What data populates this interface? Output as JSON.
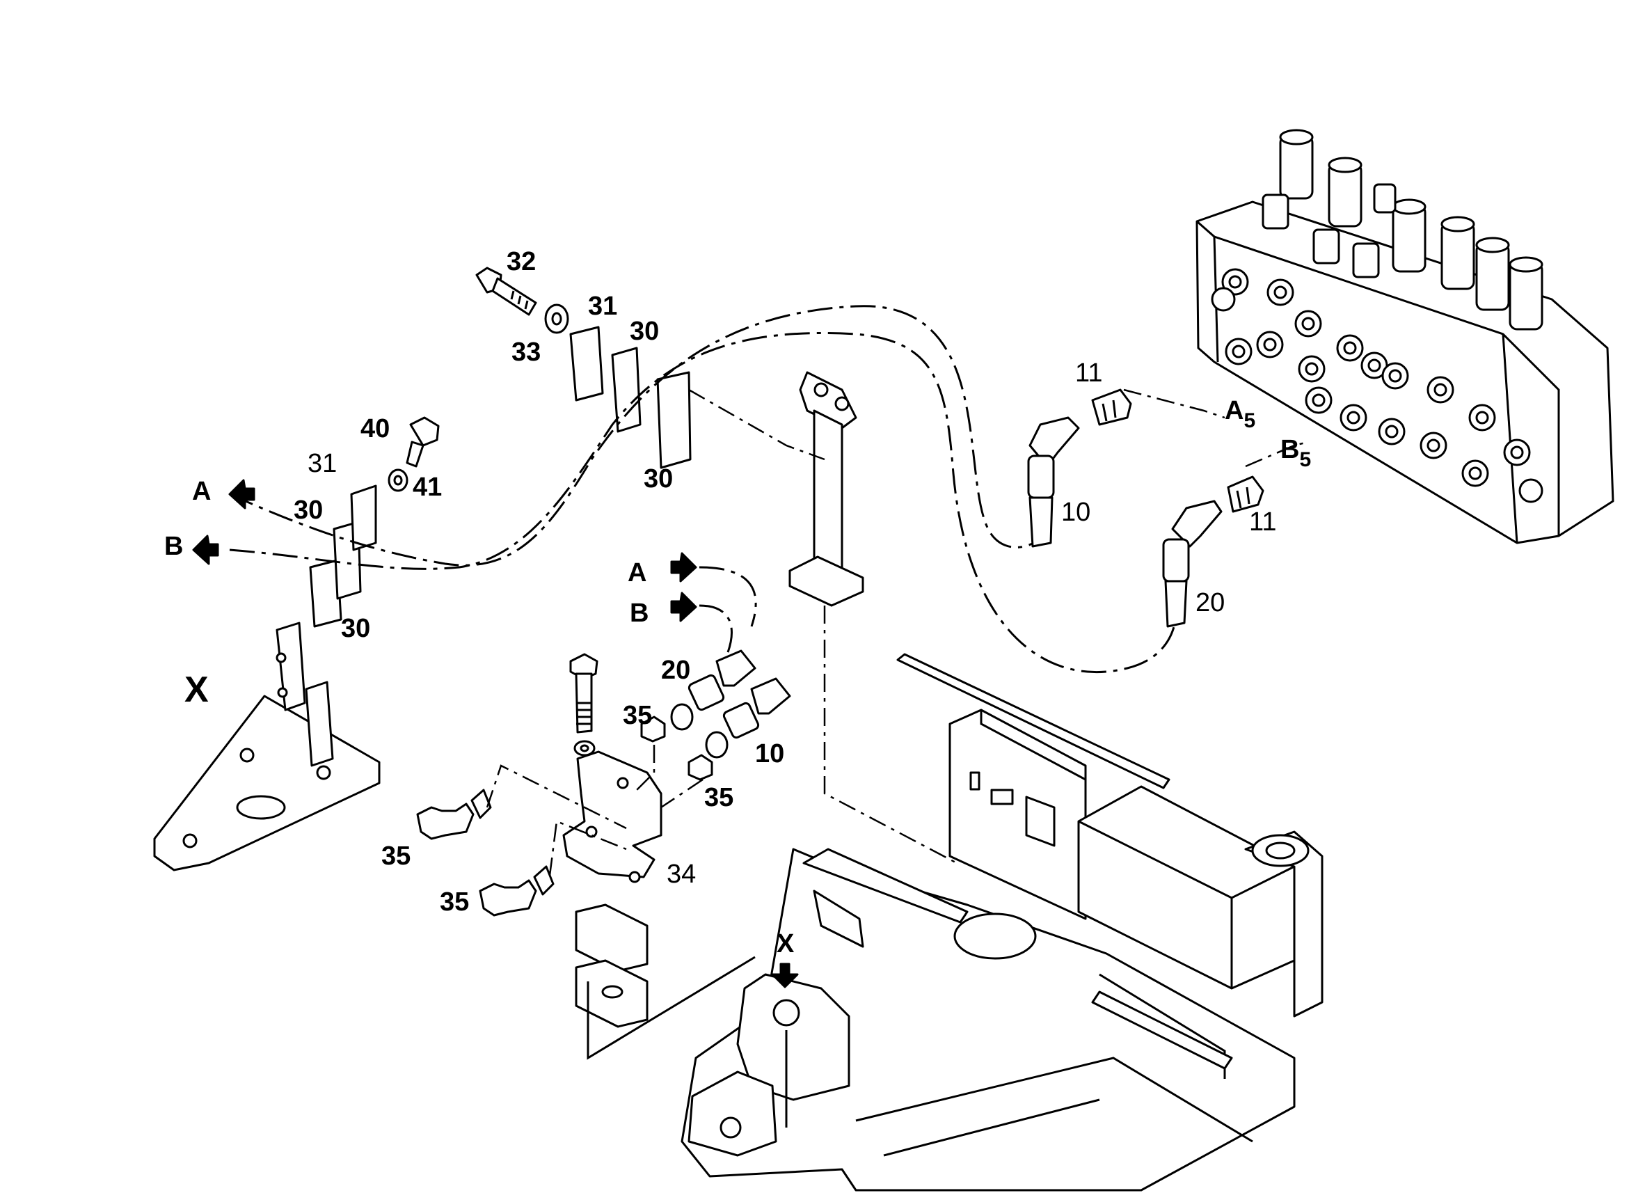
{
  "callouts": {
    "c32": "32",
    "c33": "33",
    "c31a": "31",
    "c30a": "30",
    "c30b": "30",
    "c40": "40",
    "c41": "41",
    "c31b": "31",
    "c30c": "30",
    "c30d": "30",
    "c11a": "11",
    "c11b": "11",
    "c10a": "10",
    "c20a": "20",
    "c20b": "20",
    "c10b": "10",
    "c35a": "35",
    "c35b": "35",
    "c35c": "35",
    "c35d": "35",
    "c34": "34",
    "port_a5": "A",
    "port_a5_sub": "5",
    "port_b5": "B",
    "port_b5_sub": "5"
  },
  "markers": {
    "a_left": "A",
    "b_left": "B",
    "a_mid": "A",
    "b_mid": "B",
    "detail_x_left": "X",
    "detail_x_arrow": "X"
  }
}
